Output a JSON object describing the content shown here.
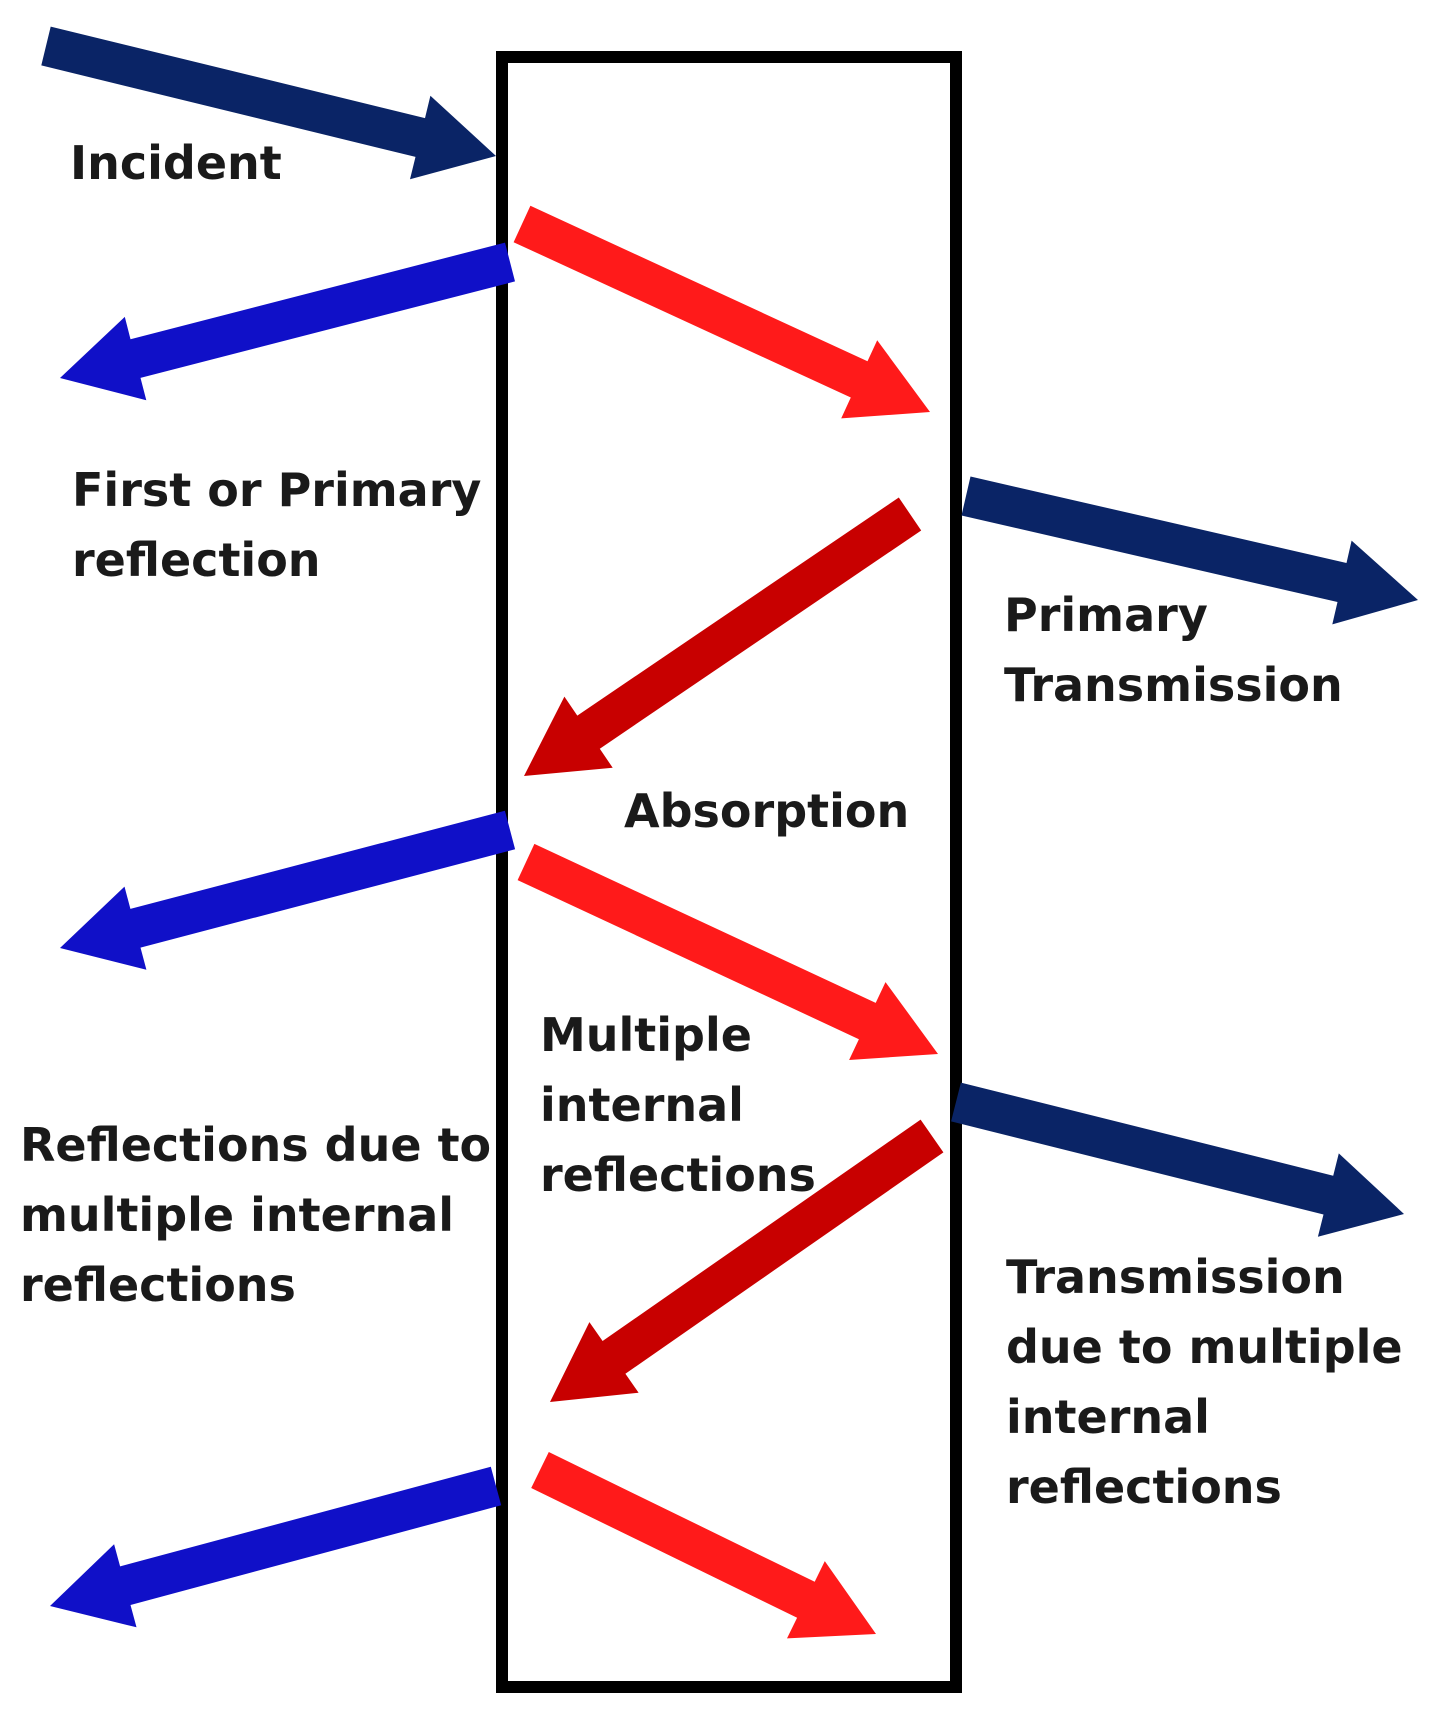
{
  "labels": {
    "incident": "Incident",
    "first_reflection": [
      "First or Primary",
      "reflection"
    ],
    "primary_transmission": [
      "Primary",
      "Transmission"
    ],
    "absorption": "Absorption",
    "multiple_internal": [
      "Multiple",
      "internal",
      "reflections"
    ],
    "reflections_multiple": [
      "Reflections due to",
      "multiple internal",
      "reflections"
    ],
    "transmission_multiple": [
      "Transmission",
      "due to multiple",
      "internal",
      "reflections"
    ]
  },
  "colors": {
    "incident_transmission": "#0a2466",
    "reflection": "#1010c8",
    "internal_forward": "#ff1a1a",
    "internal_back": "#c80000",
    "slab_border": "#000000"
  }
}
